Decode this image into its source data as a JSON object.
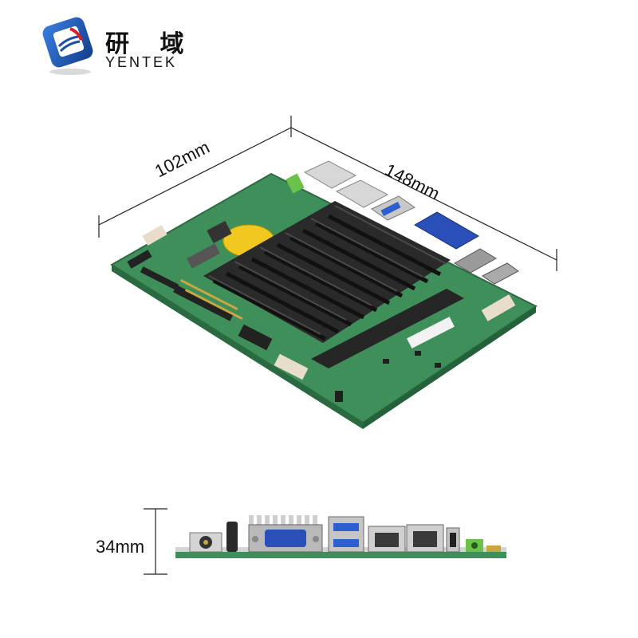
{
  "brand": {
    "name_cn": "研 域",
    "name_en": "YENTEK"
  },
  "dimensions": {
    "width": "102mm",
    "length": "148mm",
    "height": "34mm"
  },
  "colors": {
    "logo_blue": "#1a4ea8",
    "logo_red": "#d8202a",
    "pcb_green": "#3f8f5a",
    "heatsink": "#1c1c1c",
    "vga_blue": "#2b4fb8"
  }
}
